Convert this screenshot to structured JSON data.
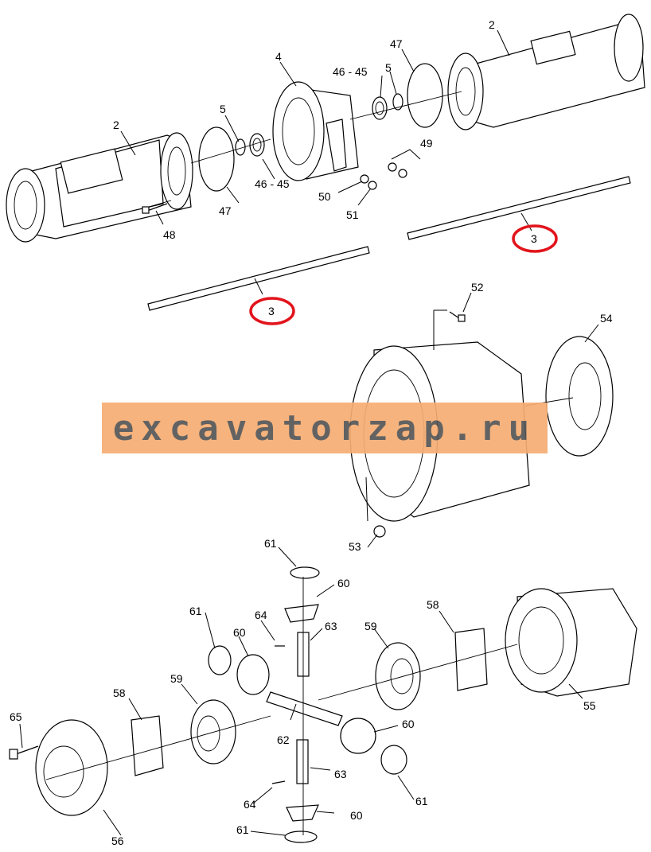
{
  "watermark": {
    "text": "excavatorzap.ru",
    "color": "#f6ad72"
  },
  "highlight_color": "#e2141c",
  "callouts": [
    {
      "id": "c-2a",
      "text": "2"
    },
    {
      "id": "c-2b",
      "text": "2"
    },
    {
      "id": "c-3a",
      "text": "3",
      "highlighted": true
    },
    {
      "id": "c-3b",
      "text": "3",
      "highlighted": true
    },
    {
      "id": "c-4",
      "text": "4"
    },
    {
      "id": "c-5a",
      "text": "5"
    },
    {
      "id": "c-5b",
      "text": "5"
    },
    {
      "id": "c-46a",
      "text": "46 - 45"
    },
    {
      "id": "c-46b",
      "text": "46 - 45"
    },
    {
      "id": "c-47a",
      "text": "47"
    },
    {
      "id": "c-47b",
      "text": "47"
    },
    {
      "id": "c-48",
      "text": "48"
    },
    {
      "id": "c-49",
      "text": "49"
    },
    {
      "id": "c-50",
      "text": "50"
    },
    {
      "id": "c-51",
      "text": "51"
    },
    {
      "id": "c-52",
      "text": "52"
    },
    {
      "id": "c-53",
      "text": "53"
    },
    {
      "id": "c-54",
      "text": "54"
    },
    {
      "id": "c-55",
      "text": "55"
    },
    {
      "id": "c-56",
      "text": "56"
    },
    {
      "id": "c-58a",
      "text": "58"
    },
    {
      "id": "c-58b",
      "text": "58"
    },
    {
      "id": "c-59a",
      "text": "59"
    },
    {
      "id": "c-59b",
      "text": "59"
    },
    {
      "id": "c-60a",
      "text": "60"
    },
    {
      "id": "c-60b",
      "text": "60"
    },
    {
      "id": "c-60c",
      "text": "60"
    },
    {
      "id": "c-60d",
      "text": "60"
    },
    {
      "id": "c-61a",
      "text": "61"
    },
    {
      "id": "c-61b",
      "text": "61"
    },
    {
      "id": "c-61c",
      "text": "61"
    },
    {
      "id": "c-61d",
      "text": "61"
    },
    {
      "id": "c-62",
      "text": "62"
    },
    {
      "id": "c-63a",
      "text": "63"
    },
    {
      "id": "c-63b",
      "text": "63"
    },
    {
      "id": "c-64a",
      "text": "64"
    },
    {
      "id": "c-64b",
      "text": "64"
    },
    {
      "id": "c-65",
      "text": "65"
    }
  ]
}
